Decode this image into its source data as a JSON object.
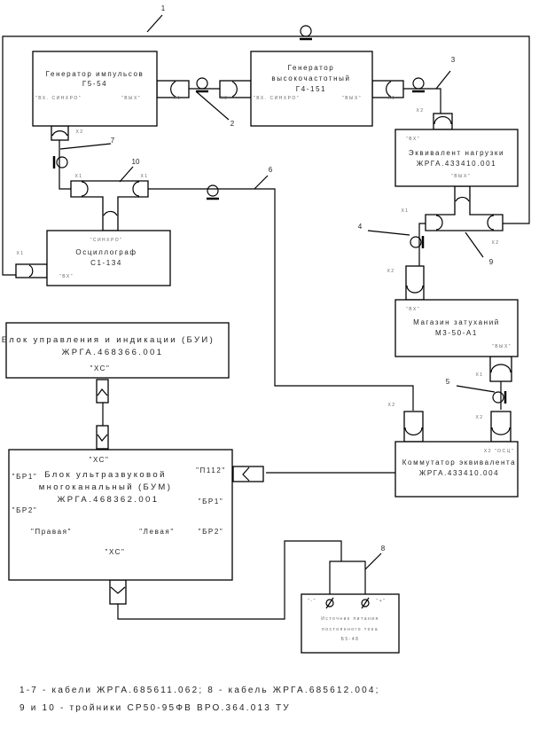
{
  "devices": {
    "pulse_gen": {
      "line1": "Генератор импульсов",
      "line2": "Г5-54",
      "in": "\"ВХ. СИНХРО\"",
      "out": "\"ВЫХ\""
    },
    "hf_gen": {
      "line1": "Генератор",
      "line2": "высокочастотный",
      "line3": "Г4-151",
      "in": "\"ВХ. СИНХРО\"",
      "out": "\"ВЫХ\""
    },
    "load_eq": {
      "line1": "Эквивалент нагрузки",
      "line2": "ЖРГА.433410.001",
      "in": "\"ВХ\"",
      "out": "\"ВЫХ\""
    },
    "osc": {
      "sync": "\"СИНХРО\"",
      "line1": "Осциллограф",
      "line2": "С1-134",
      "in": "\"ВХ\""
    },
    "attenuator": {
      "in": "\"ВХ\"",
      "line1": "Магазин затуханий",
      "line2": "М3-50-А1",
      "out": "\"ВЫХ\""
    },
    "bui": {
      "line1": "Блок управления и индикации (БУИ)",
      "line2": "ЖРГА.468366.001",
      "xs": "\"ХС\""
    },
    "bum": {
      "xs_top": "\"ХС\"",
      "line1": "Блок ультразвуковой",
      "line2": "многоканальный (БУМ)",
      "line3": "ЖРГА.468362.001",
      "br1_left": "\"БР1\"",
      "br2_left": "\"БР2\"",
      "p112": "\"П112\"",
      "br1_right": "\"БР1\"",
      "br2_right": "\"БР2\"",
      "right": "\"Правая\"",
      "left": "\"Левая\"",
      "xs_bottom": "\"ХС\""
    },
    "switch": {
      "port": "Х2 \"ОСЦ\"",
      "line1": "Коммутатор эквивалента",
      "line2": "ЖРГА.433410.004"
    },
    "psu": {
      "minus": "\"-\"",
      "plus": "\"+\"",
      "line1": "Источник питания",
      "line2": "постоянного тока",
      "line3": "Б5-48"
    }
  },
  "connectors": {
    "x1": "Х1",
    "x2": "Х2"
  },
  "callouts": [
    "1",
    "2",
    "3",
    "4",
    "5",
    "6",
    "7",
    "8",
    "9",
    "10"
  ],
  "footer": {
    "line1": "1-7 - кабели ЖРГА.685611.062; 8 - кабель ЖРГА.685612.004;",
    "line2": "9 и 10 - тройники СР50-95ФВ ВРО.364.013 ТУ"
  }
}
